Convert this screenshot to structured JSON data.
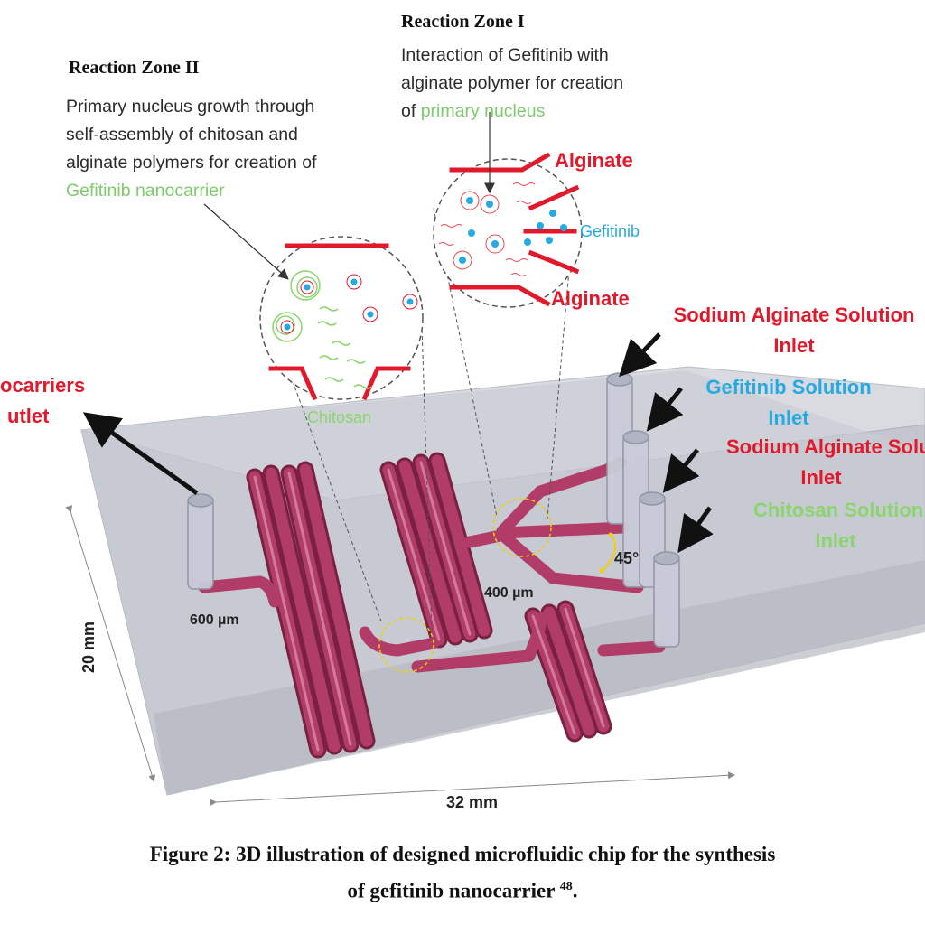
{
  "zone1": {
    "title": "Reaction Zone I",
    "desc_lines": [
      "Interaction of Gefitinib with",
      "alginate polymer for creation"
    ],
    "desc_prefix": "of ",
    "desc_highlight": "primary nucleus"
  },
  "zone2": {
    "title": "Reaction Zone II",
    "desc_lines": [
      "Primary nucleus growth through",
      "self-assembly of chitosan and",
      "alginate polymers for creation of"
    ],
    "desc_highlight": "Gefitinib nanocarrier"
  },
  "circle_labels": {
    "alginate_top": "Alginate",
    "gefitinib": "Gefitinib",
    "alginate_bottom": "Alginate",
    "chitosan": "Chitosan"
  },
  "inlets": {
    "sodium_alginate_1": [
      "Sodium Alginate Solution",
      "Inlet"
    ],
    "gefitinib": [
      "Gefitinib Solution",
      "Inlet"
    ],
    "sodium_alginate_2": [
      "Sodium Alginate Solu",
      "Inlet"
    ],
    "chitosan": [
      "Chitosan Solution",
      "Inlet"
    ]
  },
  "outlet": [
    "ocarriers",
    "utlet"
  ],
  "measurements": {
    "width_400": "400 µm",
    "width_600": "600 µm",
    "angle": "45°",
    "depth": "20 mm",
    "length": "32 mm"
  },
  "caption": {
    "line1": "Figure 2: 3D illustration of designed microfluidic chip for the synthesis",
    "line2": "of gefitinib nanocarrier ",
    "ref": "48",
    "end": "."
  },
  "colors": {
    "channel": "#a6375e",
    "alginate": "#e2182b",
    "gefitinib": "#27aae1",
    "chitosan": "#8cd46e",
    "chip": "#c8cbd4"
  }
}
